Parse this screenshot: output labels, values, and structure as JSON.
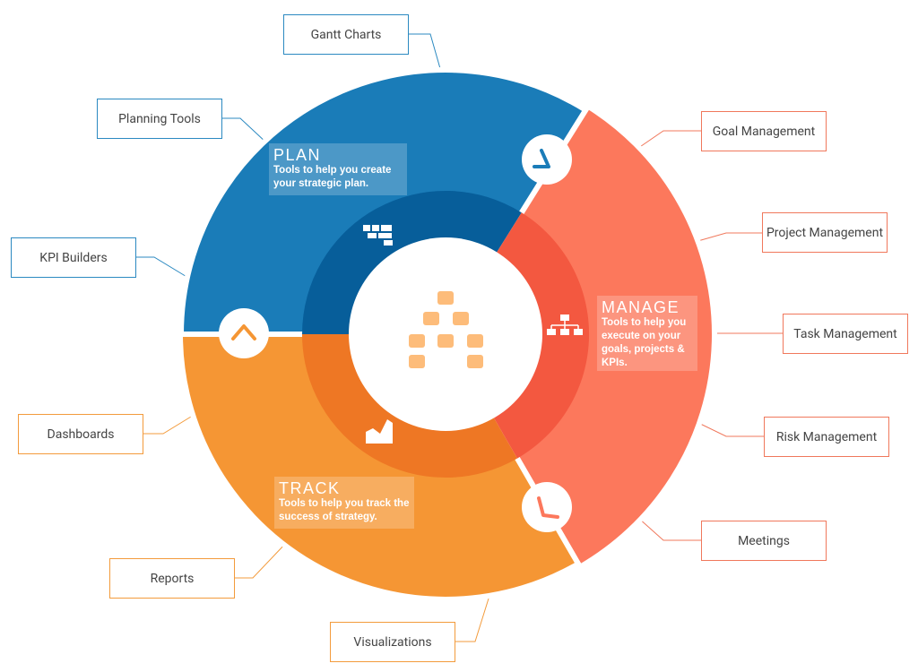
{
  "colors": {
    "plan_outer": "#1a7cb8",
    "plan_inner": "#075e9a",
    "manage_outer": "#fc785c",
    "manage_inner": "#f35840",
    "track_outer": "#f59634",
    "track_inner": "#ee7724",
    "center_icon": "#fdbc7a"
  },
  "plan": {
    "title": "PLAN",
    "subtitle": "Tools to help you create your strategic plan.",
    "tools": [
      "Gantt Charts",
      "Planning Tools",
      "KPI Builders"
    ]
  },
  "manage": {
    "title": "MANAGE",
    "subtitle": "Tools to help you execute on your goals, projects & KPIs.",
    "tools": [
      "Goal Management",
      "Project Management",
      "Task Management",
      "Risk Management",
      "Meetings"
    ]
  },
  "track": {
    "title": "TRACK",
    "subtitle": "Tools to help you track the success of strategy.",
    "tools": [
      "Dashboards",
      "Reports",
      "Visualizations"
    ]
  },
  "icons": {
    "center": "org-chart-icon",
    "plan": "grid-blocks-icon",
    "manage": "hierarchy-icon",
    "track": "area-chart-icon",
    "arrows": [
      "chevron-icon",
      "chevron-icon",
      "chevron-icon"
    ]
  }
}
